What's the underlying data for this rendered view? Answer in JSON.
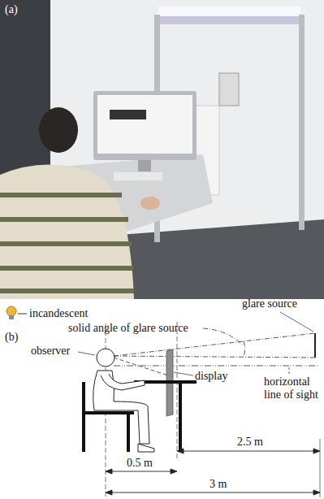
{
  "diagram": {
    "labels": [
      "(a)",
      "incandescent",
      "glare source",
      "(b)",
      "solid angle of glare source",
      "observer",
      "display",
      "horizontal line of sight",
      "2.5 m",
      "0.5 m",
      "3 m"
    ]
  }
}
